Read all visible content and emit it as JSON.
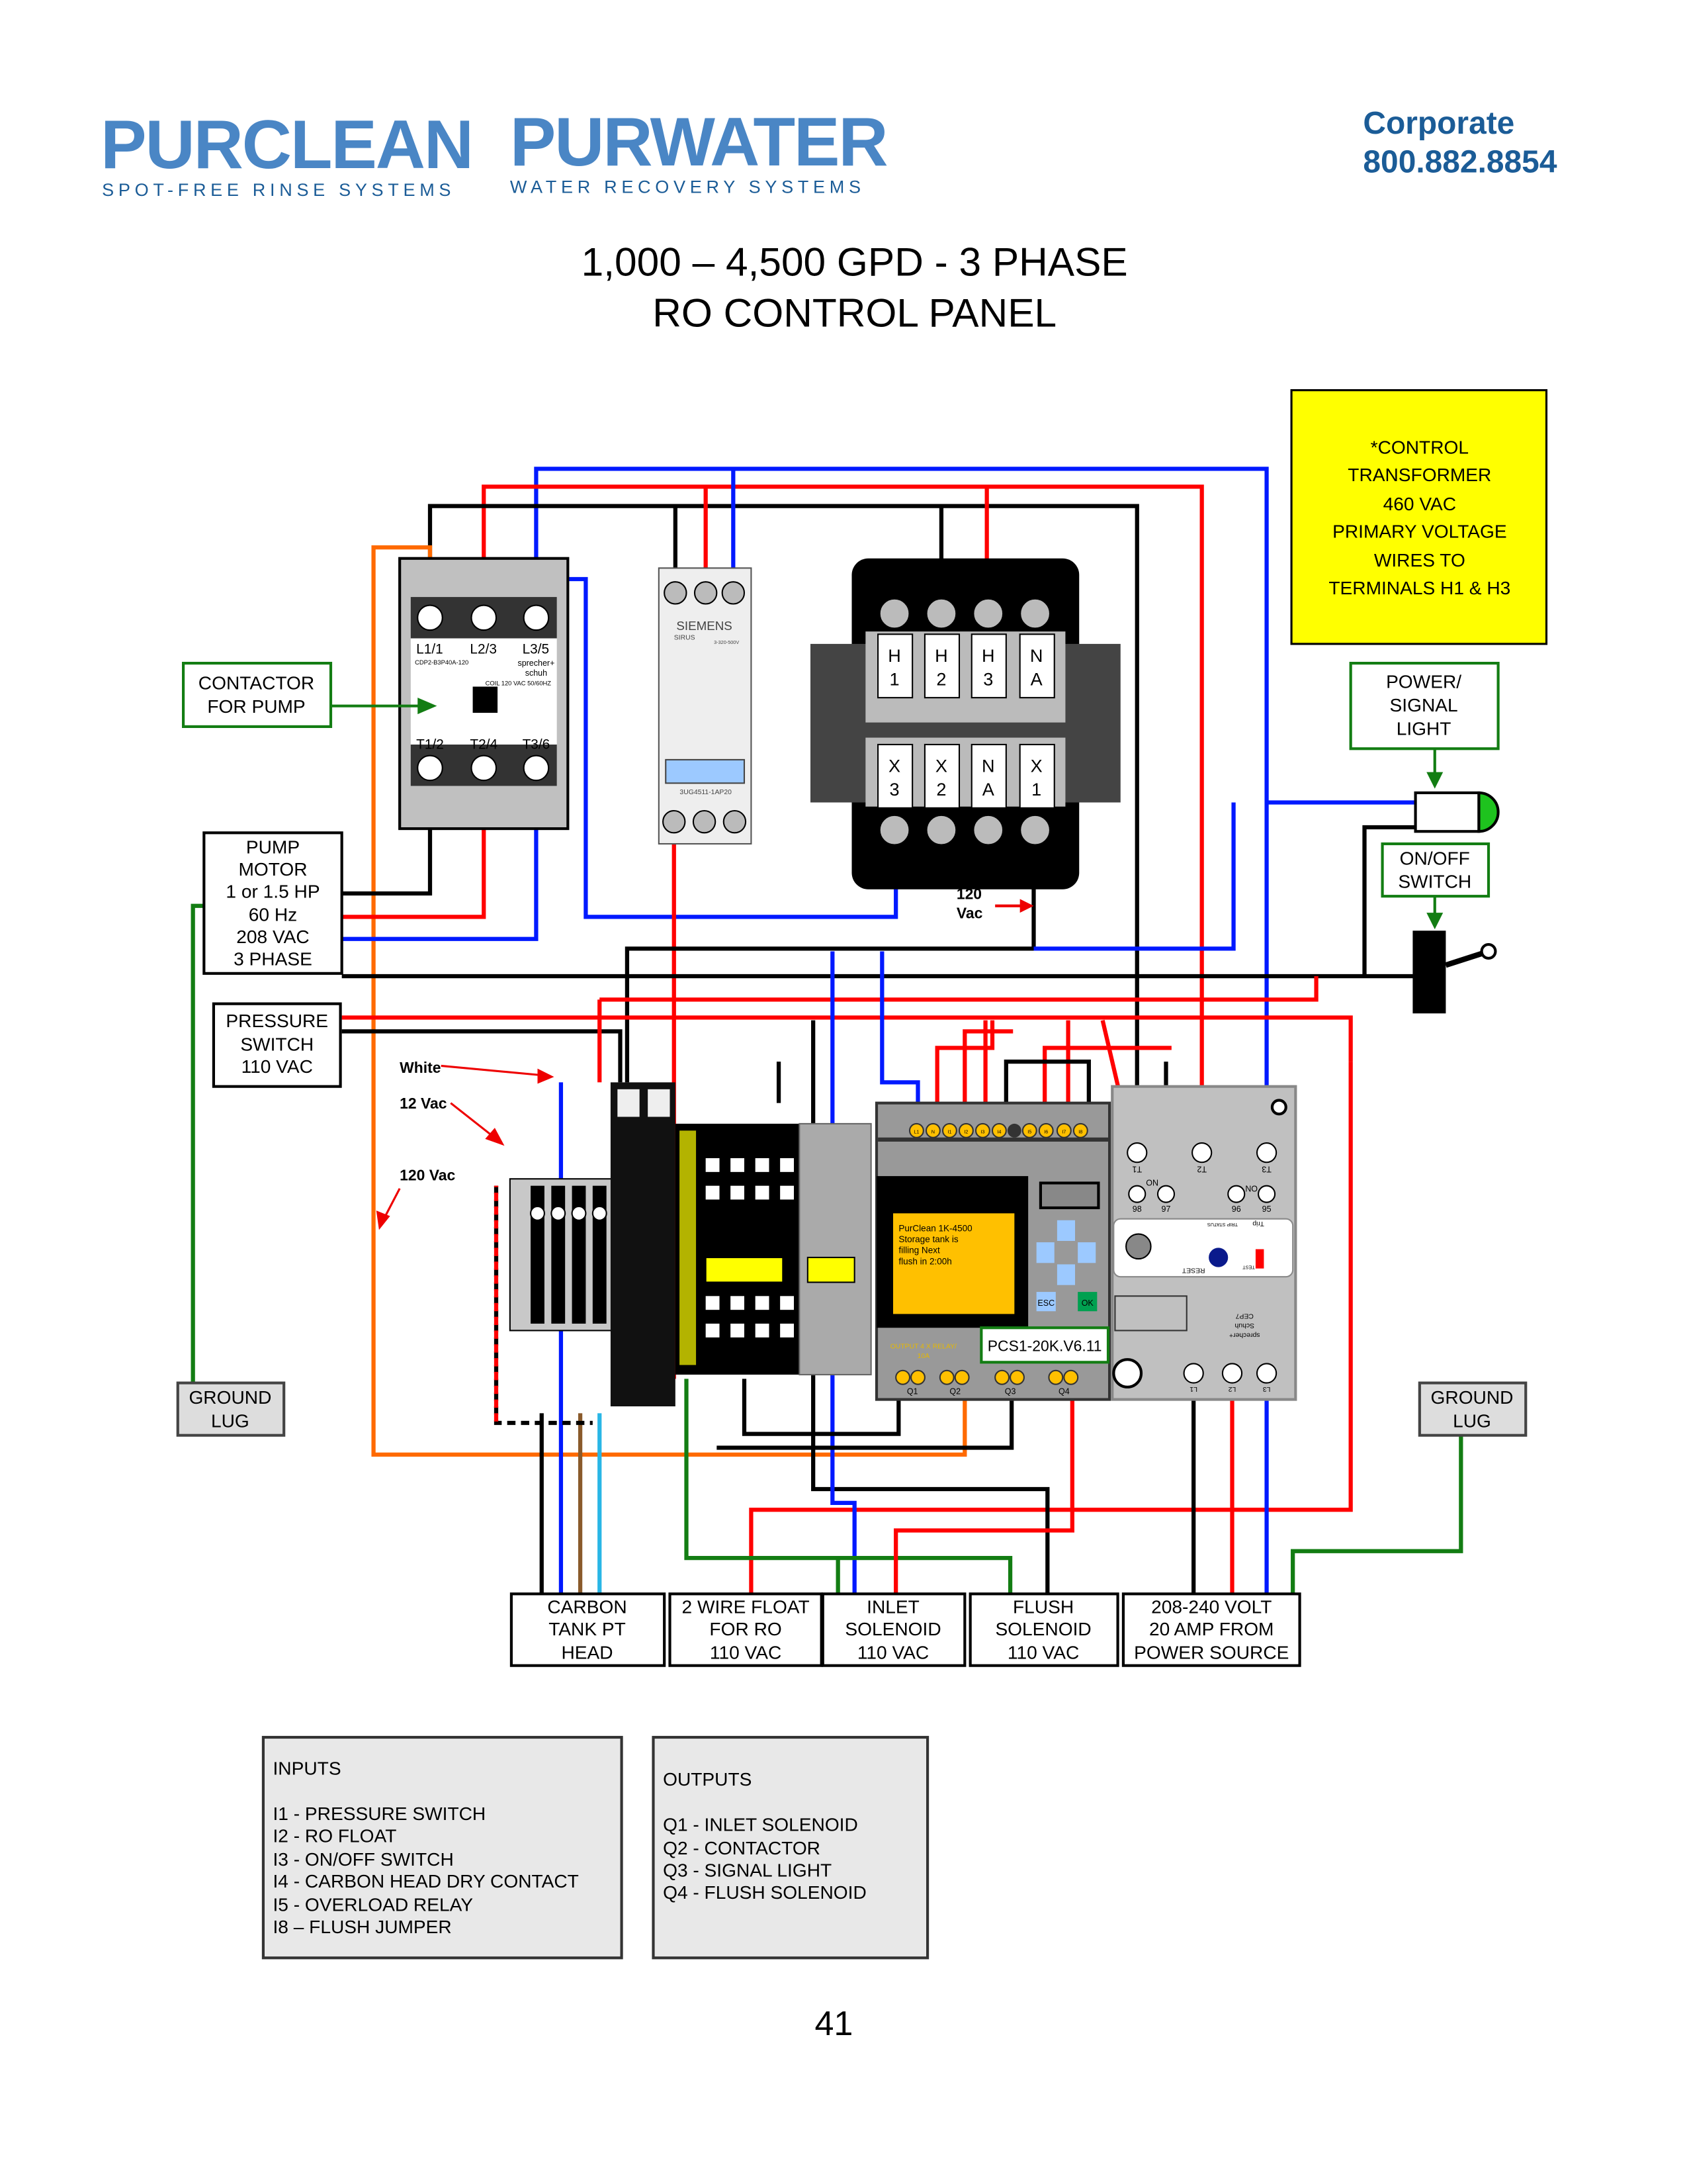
{
  "header": {
    "logo_left": {
      "name": "PURCLEAN",
      "tagline": "SPOT-FREE RINSE SYSTEMS"
    },
    "logo_right": {
      "name": "PURWATER",
      "tagline": "WATER RECOVERY SYSTEMS"
    },
    "corporate_label": "Corporate",
    "corporate_phone": "800.882.8854"
  },
  "title": {
    "line1": "1,000 – 4,500 GPD - 3 PHASE",
    "line2": "RO CONTROL PANEL"
  },
  "callouts": {
    "transformer_note": [
      "*CONTROL",
      "TRANSFORMER",
      "460 VAC",
      "PRIMARY VOLTAGE",
      "WIRES TO",
      "TERMINALS H1 & H3"
    ],
    "contactor": [
      "CONTACTOR",
      "FOR PUMP"
    ],
    "pump_motor": [
      "PUMP",
      "MOTOR",
      "1 or 1.5 HP",
      "60 Hz",
      "208 VAC",
      "3 PHASE"
    ],
    "pressure_switch": [
      "PRESSURE",
      "SWITCH",
      "110 VAC"
    ],
    "ground_lug_left": [
      "GROUND",
      "LUG"
    ],
    "ground_lug_right": [
      "GROUND",
      "LUG"
    ],
    "power_light": [
      "POWER/",
      "SIGNAL",
      "LIGHT"
    ],
    "onoff_switch": [
      "ON/OFF",
      "SWITCH"
    ],
    "wire_white": "White",
    "wire_12vac": "12 Vac",
    "wire_120vac": "120 Vac",
    "transformer_120": [
      "120",
      "Vac"
    ]
  },
  "contactor": {
    "top_terms": [
      "L1/1",
      "L2/3",
      "L3/5"
    ],
    "bottom_terms": [
      "T1/2",
      "T2/4",
      "T3/6"
    ],
    "model": "CDP2-B3P40A-120",
    "brand": [
      "sprecher+",
      "schuh"
    ],
    "coil": "COIL 120 VAC 50/60HZ"
  },
  "phase_monitor": {
    "brand": "SIEMENS",
    "series": "SIRUS",
    "rating": "3-320-500V",
    "model": "3UG4511-1AP20"
  },
  "transformer": {
    "primary": [
      [
        "H",
        "1"
      ],
      [
        "H",
        "2"
      ],
      [
        "H",
        "3"
      ],
      [
        "N",
        "A"
      ]
    ],
    "secondary": [
      [
        "X",
        "3"
      ],
      [
        "X",
        "2"
      ],
      [
        "N",
        "A"
      ],
      [
        "X",
        "1"
      ]
    ]
  },
  "plc": {
    "input_terms": [
      "L1",
      "N",
      "I1",
      "I2",
      "I3",
      "I4",
      "I5",
      "I6",
      "I7",
      "I8"
    ],
    "screen_lines": [
      "PurClean 1K-4500",
      "Storage tank is",
      "filling Next",
      "flush in 2:00h"
    ],
    "esc": "ESC",
    "ok": "OK",
    "output_note": [
      "OUTPUT 4 X RELAY/",
      "10A"
    ],
    "model": "PCS1-20K.V6.11",
    "outputs": [
      "Q1",
      "Q2",
      "Q3",
      "Q4"
    ]
  },
  "overload": {
    "top": [
      "T1",
      "T2",
      "T3"
    ],
    "aux": [
      "98",
      "97",
      "96",
      "95"
    ],
    "on": "ON",
    "trip": "Trip",
    "reset": "RESET",
    "test": "TEST",
    "status": "TRIP STATUS",
    "brand": [
      "sprecher+",
      "Schuh",
      "CEP7"
    ],
    "bottom": [
      "L1",
      "L2",
      "L3"
    ]
  },
  "bottom_labels": [
    [
      "CARBON",
      "TANK PT",
      "HEAD"
    ],
    [
      "2 WIRE FLOAT",
      "FOR RO",
      "110 VAC"
    ],
    [
      "INLET",
      "SOLENOID",
      "110 VAC"
    ],
    [
      "FLUSH",
      "SOLENOID",
      "110 VAC"
    ],
    [
      "208-240 VOLT",
      "20 AMP FROM",
      "POWER SOURCE"
    ]
  ],
  "inputs": {
    "title": "INPUTS",
    "items": [
      "I1 - PRESSURE SWITCH",
      "I2 - RO FLOAT",
      "I3 - ON/OFF SWITCH",
      "I4 - CARBON HEAD DRY CONTACT",
      "I5 - OVERLOAD RELAY",
      "I8 – FLUSH JUMPER"
    ]
  },
  "outputs": {
    "title": "OUTPUTS",
    "items": [
      "Q1 - INLET SOLENOID",
      "Q2 - CONTACTOR",
      "Q3 - SIGNAL LIGHT",
      "Q4 - FLUSH SOLENOID"
    ]
  },
  "page_number": "41",
  "colors": {
    "brand_blue": "#4a86c5",
    "corporate_blue": "#1b5c97",
    "note_yellow": "#ffff00",
    "plc_screen": "#ffc000"
  }
}
